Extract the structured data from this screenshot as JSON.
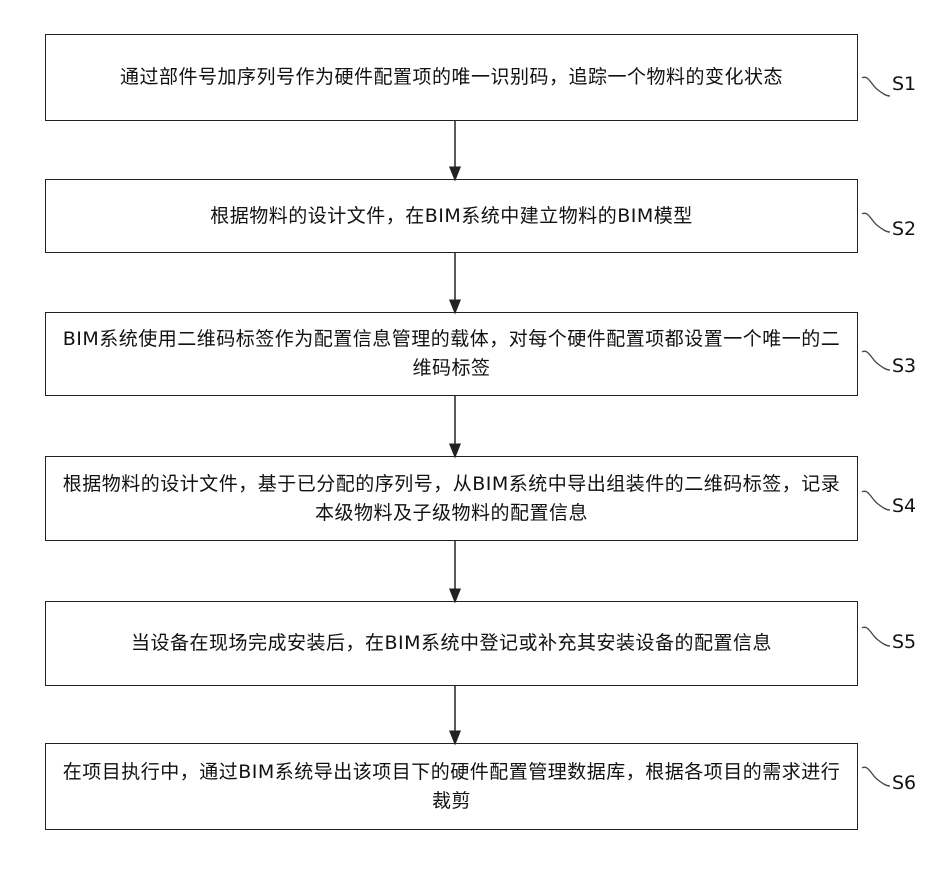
{
  "steps": [
    {
      "label": "S1",
      "text": "通过部件号加序列号作为硬件配置项的唯一识别码，追踪一个物料的变化状态"
    },
    {
      "label": "S2",
      "text": "根据物料的设计文件，在BIM系统中建立物料的BIM模型"
    },
    {
      "label": "S3",
      "text": "BIM系统使用二维码标签作为配置信息管理的载体，对每个硬件配置项都设置一个唯一的二维码标签"
    },
    {
      "label": "S4",
      "text": "根据物料的设计文件，基于已分配的序列号，从BIM系统中导出组装件的二维码标签，记录本级物料及子级物料的配置信息"
    },
    {
      "label": "S5",
      "text": "当设备在现场完成安装后，在BIM系统中登记或补充其安装设备的配置信息"
    },
    {
      "label": "S6",
      "text": "在项目执行中，通过BIM系统导出该项目下的硬件配置管理数据库，根据各项目的需求进行裁剪"
    }
  ]
}
